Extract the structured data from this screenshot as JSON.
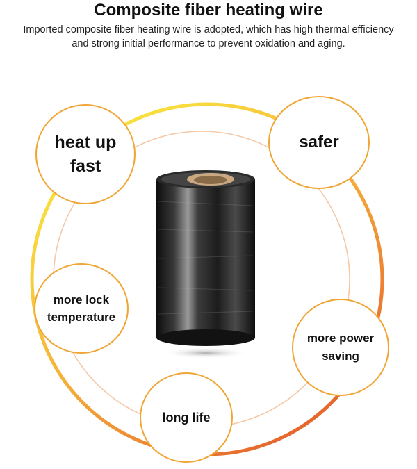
{
  "header": {
    "title": "Composite fiber heating wire",
    "subtitle_line1": "Imported composite fiber heating wire is adopted, which has high thermal efficiency",
    "subtitle_line2": "and strong initial performance to prevent oxidation and aging."
  },
  "features": {
    "heat_up_fast_line1": "heat up",
    "heat_up_fast_line2": "fast",
    "safer": "safer",
    "more_lock_temperature_line1": "more lock",
    "more_lock_temperature_line2": "temperature",
    "more_power_saving_line1": "more power",
    "more_power_saving_line2": "saving",
    "long_life": "long life"
  },
  "colors": {
    "ring_start": "#f7e23a",
    "ring_end": "#e2542a",
    "bubble_border": "#f0a534",
    "inner_ring": "#f5c8a6"
  },
  "product_image": "carbon-fiber-spool"
}
